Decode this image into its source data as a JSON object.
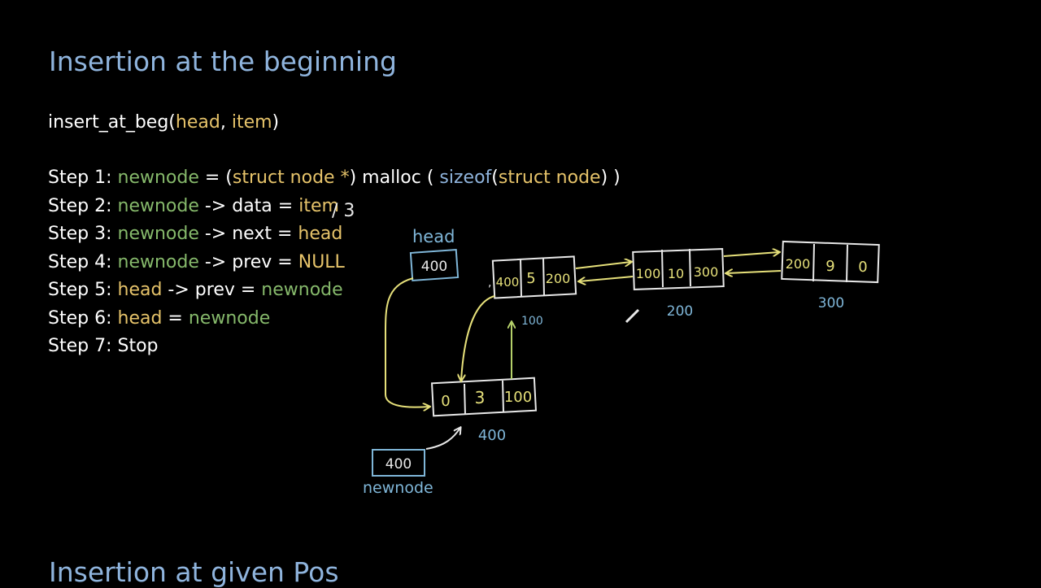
{
  "slide": {
    "title": "Insertion at the beginning",
    "next_title": "Insertion at given Pos"
  },
  "signature": {
    "fn": "insert_at_beg(",
    "arg1": "head",
    "sep": ", ",
    "arg2": "item",
    "close": ")"
  },
  "steps": [
    {
      "label": "Step 1: ",
      "parts": [
        {
          "t": "newnode",
          "c": "var"
        },
        {
          "t": " = (",
          "c": "plain"
        },
        {
          "t": "struct node *",
          "c": "kw"
        },
        {
          "t": ") malloc ( ",
          "c": "plain"
        },
        {
          "t": "sizeof",
          "c": "fn"
        },
        {
          "t": "(",
          "c": "plain"
        },
        {
          "t": "struct node",
          "c": "kw"
        },
        {
          "t": ") )",
          "c": "plain"
        }
      ]
    },
    {
      "label": "Step 2: ",
      "parts": [
        {
          "t": "newnode",
          "c": "var"
        },
        {
          "t": " -> data = ",
          "c": "plain"
        },
        {
          "t": "item",
          "c": "kw"
        }
      ]
    },
    {
      "label": "Step 3: ",
      "parts": [
        {
          "t": "newnode",
          "c": "var"
        },
        {
          "t": " -> next = ",
          "c": "plain"
        },
        {
          "t": "head",
          "c": "kw"
        }
      ]
    },
    {
      "label": "Step 4: ",
      "parts": [
        {
          "t": "newnode",
          "c": "var"
        },
        {
          "t": " -> prev = ",
          "c": "plain"
        },
        {
          "t": "NULL",
          "c": "kw"
        }
      ]
    },
    {
      "label": "Step 5: ",
      "parts": [
        {
          "t": "head",
          "c": "kw"
        },
        {
          "t": " -> prev = ",
          "c": "plain"
        },
        {
          "t": "newnode",
          "c": "var"
        }
      ]
    },
    {
      "label": "Step 6: ",
      "parts": [
        {
          "t": "head",
          "c": "kw"
        },
        {
          "t": " = ",
          "c": "plain"
        },
        {
          "t": "newnode",
          "c": "var"
        }
      ]
    },
    {
      "label": "Step 7: ",
      "parts": [
        {
          "t": "Stop",
          "c": "plain"
        }
      ]
    }
  ],
  "annotation": "/ 3",
  "diagram": {
    "head_label": "head",
    "head_value": "400",
    "newnode_label": "newnode",
    "newnode_value": "400",
    "new_node": {
      "cells": [
        "0",
        "3",
        "100"
      ],
      "address": "400",
      "next_arrow_label": "100"
    },
    "nodes": [
      {
        "cells": [
          "400",
          "5",
          "200"
        ],
        "address": ""
      },
      {
        "cells": [
          "100",
          "10",
          "300"
        ],
        "address": "200"
      },
      {
        "cells": [
          "200",
          "9",
          "0"
        ],
        "address": "300"
      }
    ]
  },
  "colors": {
    "title": "#8fb4dd",
    "variable": "#86b96b",
    "keyword": "#e6c36a",
    "function": "#8fb4dd",
    "ink_white": "#e8e8e8",
    "ink_yellow": "#e6e07a",
    "ink_blue": "#7fb6d8",
    "ink_green": "#b5d06a"
  }
}
